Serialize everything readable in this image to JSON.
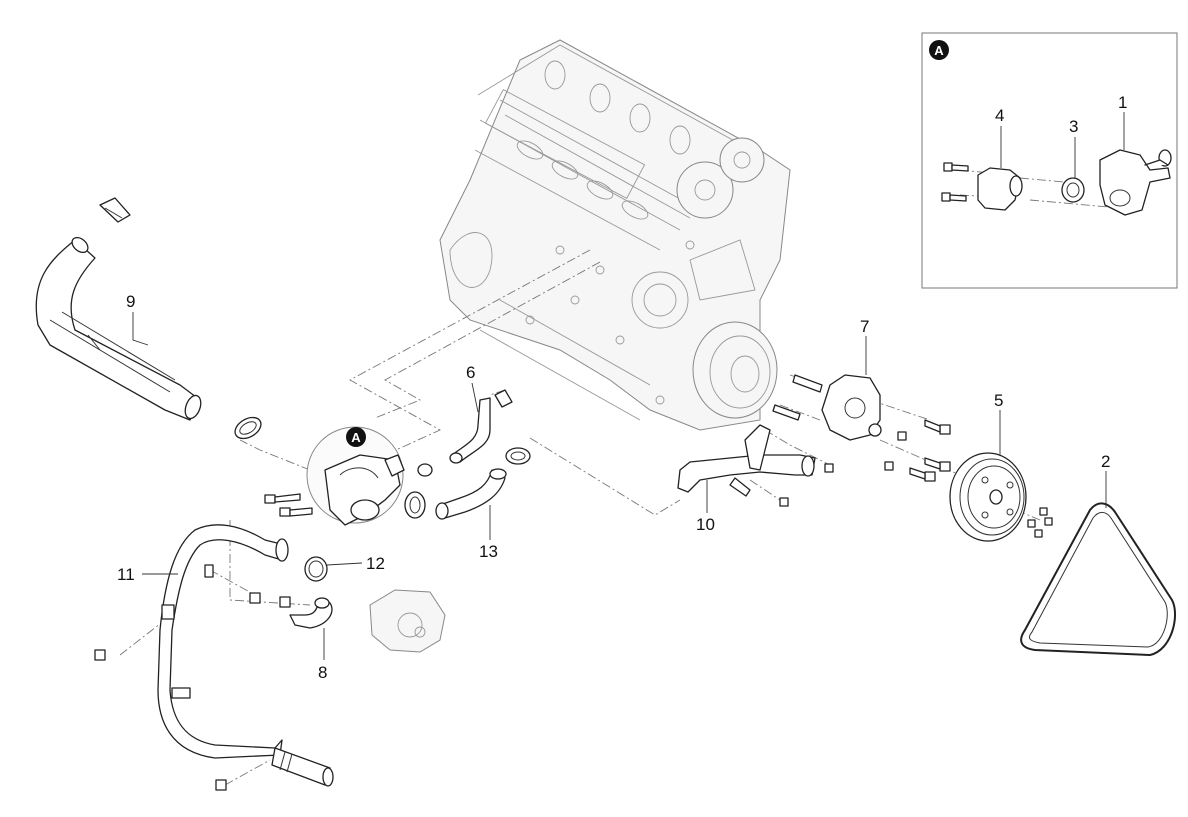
{
  "callouts": {
    "c1": "1",
    "c2": "2",
    "c3": "3",
    "c4": "4",
    "c5": "5",
    "c6": "6",
    "c7": "7",
    "c8": "8",
    "c9": "9",
    "c10": "10",
    "c11": "11",
    "c12": "12",
    "c13": "13"
  },
  "detail_marker": "A",
  "inset_marker": "A",
  "colors": {
    "line": "#222222",
    "ghost": "#888888",
    "badge": "#111111"
  }
}
